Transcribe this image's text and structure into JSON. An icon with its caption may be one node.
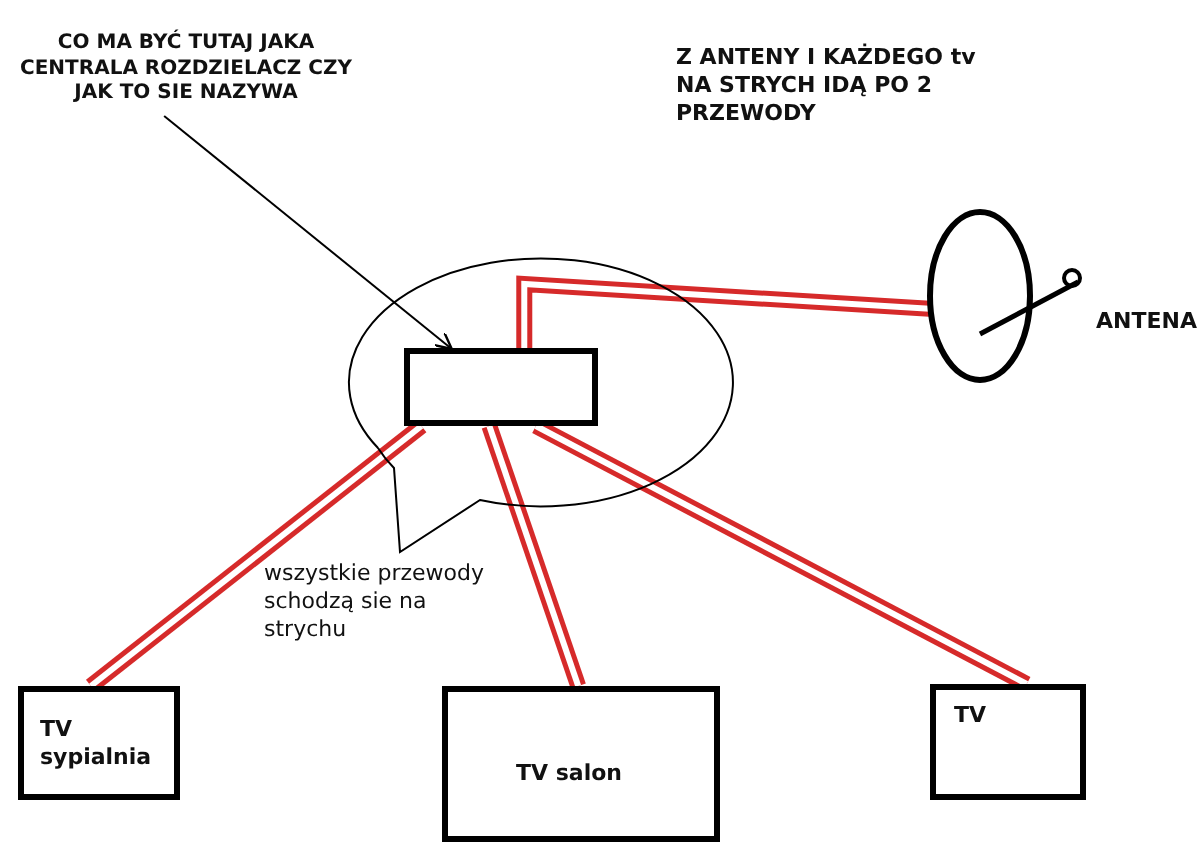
{
  "diagram": {
    "nodes": [
      {
        "text": [
          "CO MA BYĆ TUTAJ JAKA CENTRALA ROZDZIELACZ CZY JAK TO SIE NAZYWA"
        ]
      },
      {
        "text": [
          "wszystkie przewody schodzą sie na strychu"
        ]
      },
      {
        "text": [],
        "shape": "box",
        "in": 1
      },
      {
        "text": [],
        "shape": "circle",
        "beside": [
          "ANTENA"
        ]
      },
      {
        "text": [
          "TV sypialnia"
        ]
      },
      {
        "text": [
          "TV salon"
        ]
      },
      {
        "text": [
          "TV"
        ]
      }
    ],
    "edges": [
      {
        "from": 0,
        "to": 2,
        "arrow": "to",
        "color": "#000000"
      },
      {
        "from": 2,
        "to": 3,
        "arrow": "none"
      },
      {
        "from": 2,
        "to": 4,
        "arrow": "none"
      },
      {
        "from": 2,
        "to": 5,
        "arrow": "none"
      },
      {
        "from": 2,
        "to": 6,
        "arrow": "none"
      }
    ],
    "labels": [
      "Z ANTENY I KAŻDEGO tv NA STRYCH IDĄ PO 2 PRZEWODY"
    ]
  }
}
